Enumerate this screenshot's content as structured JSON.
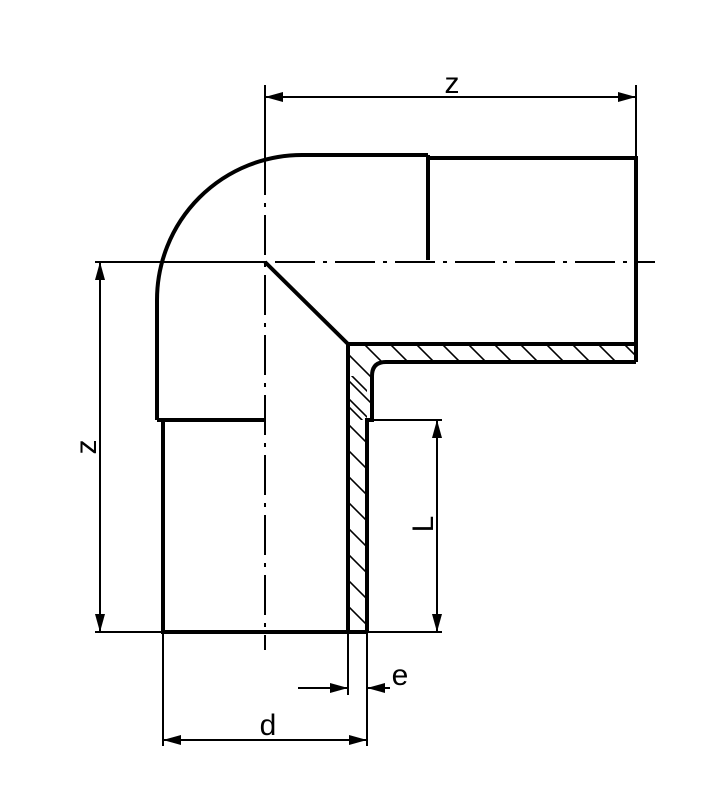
{
  "diagram": {
    "labels": {
      "z_horizontal": "z",
      "z_vertical": "z",
      "length": "L",
      "wall_thickness": "e",
      "diameter": "d"
    }
  }
}
